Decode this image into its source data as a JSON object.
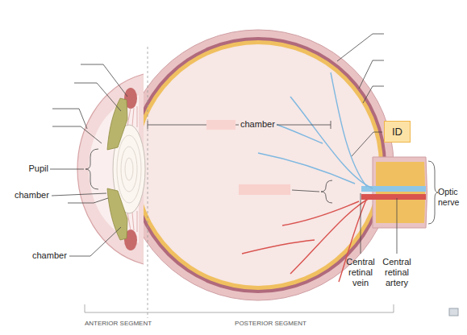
{
  "diagram": {
    "nodes": [
      {
        "text": [
          "ID"
        ]
      }
    ],
    "labels": [
      "chamber",
      "Pupil",
      "chamber",
      "chamber",
      "Optic nerve",
      "Central retinal vein",
      "Central retinal artery",
      "ANTERIOR SEGMENT",
      "POSTERIOR SEGMENT"
    ]
  }
}
